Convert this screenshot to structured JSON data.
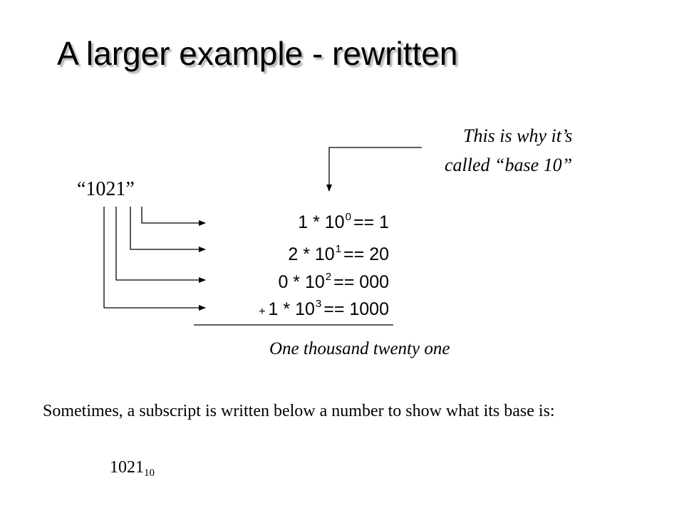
{
  "slide": {
    "title": "A larger example - rewritten",
    "number_label": "“1021”",
    "note_line1": "This is why it’s",
    "note_line2": "called “base 10”",
    "expansion": [
      {
        "prefix": "",
        "lead": "1 * 10",
        "exp": "0",
        "tail": "== 1"
      },
      {
        "prefix": "",
        "lead": "2 * 10",
        "exp": "1",
        "tail": "== 20"
      },
      {
        "prefix": "",
        "lead": "0 * 10",
        "exp": "2",
        "tail": "== 000"
      },
      {
        "prefix": "+",
        "lead": "1 * 10",
        "exp": "3",
        "tail": "== 1000"
      }
    ],
    "result_words": "One thousand twenty one",
    "paragraph": "Sometimes, a subscript is written below a number to show what its base is:",
    "subscript_example": {
      "number": "1021",
      "base": "10"
    }
  }
}
